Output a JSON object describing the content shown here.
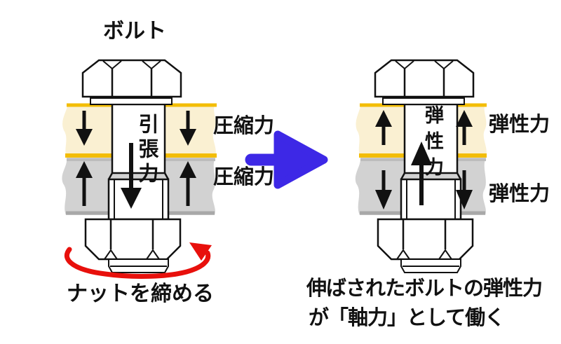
{
  "colors": {
    "background": "#ffffff",
    "upper_plate_fill": "#faf0d2",
    "upper_plate_border": "#f3bd05",
    "lower_plate_fill": "#d2d2d2",
    "lower_plate_border": "#a8a8a8",
    "lower_plate_top_border": "#bcbcbc",
    "bolt_fill": "#ffffff",
    "outline": "#111111",
    "force_arrow": "#111111",
    "rotation_arrow": "#e8100c",
    "transform_arrow": "#3620e6"
  },
  "left_diagram": {
    "title": "ボルト",
    "axial_force_label": "引張力",
    "upper_plate_force_label": "圧縮力",
    "lower_plate_force_label": "圧縮力",
    "caption": "ナットを締める"
  },
  "right_diagram": {
    "axial_force_label": "弾性力",
    "upper_plate_force_label": "弾性力",
    "lower_plate_force_label": "弾性力",
    "caption_line1": "伸ばされたボルトの弾性力",
    "caption_line2": "が「軸力」として働く"
  }
}
